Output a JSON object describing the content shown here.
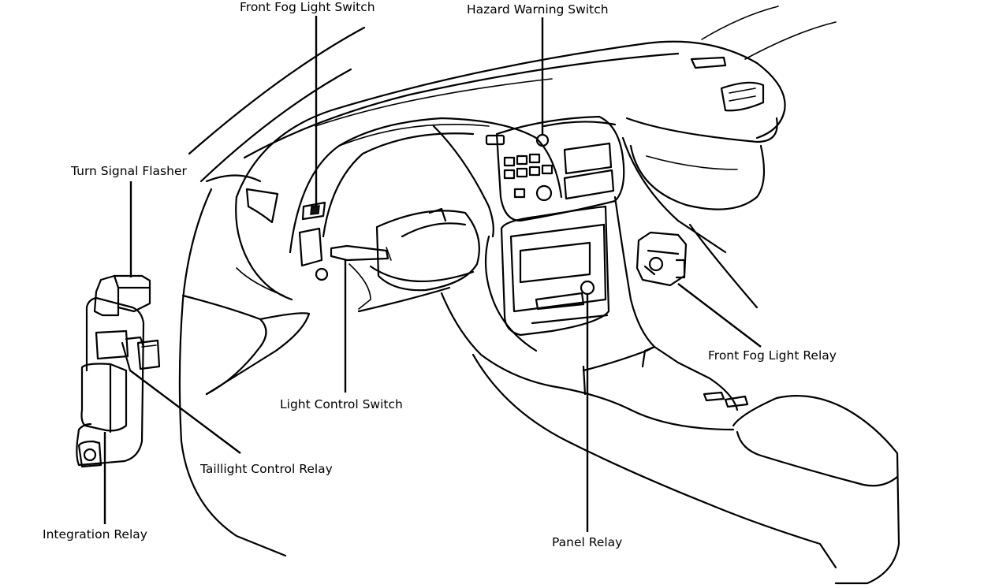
{
  "labels": {
    "front_fog_light_switch": "Front Fog Light Switch",
    "hazard_warning_switch": "Hazard Warning Switch",
    "turn_signal_flasher": "Turn Signal Flasher",
    "front_fog_light_relay": "Front Fog Light Relay",
    "light_control_switch": "Light Control Switch",
    "taillight_control_relay": "Taillight Control Relay",
    "integration_relay": "Integration Relay",
    "panel_relay": "Panel Relay"
  }
}
